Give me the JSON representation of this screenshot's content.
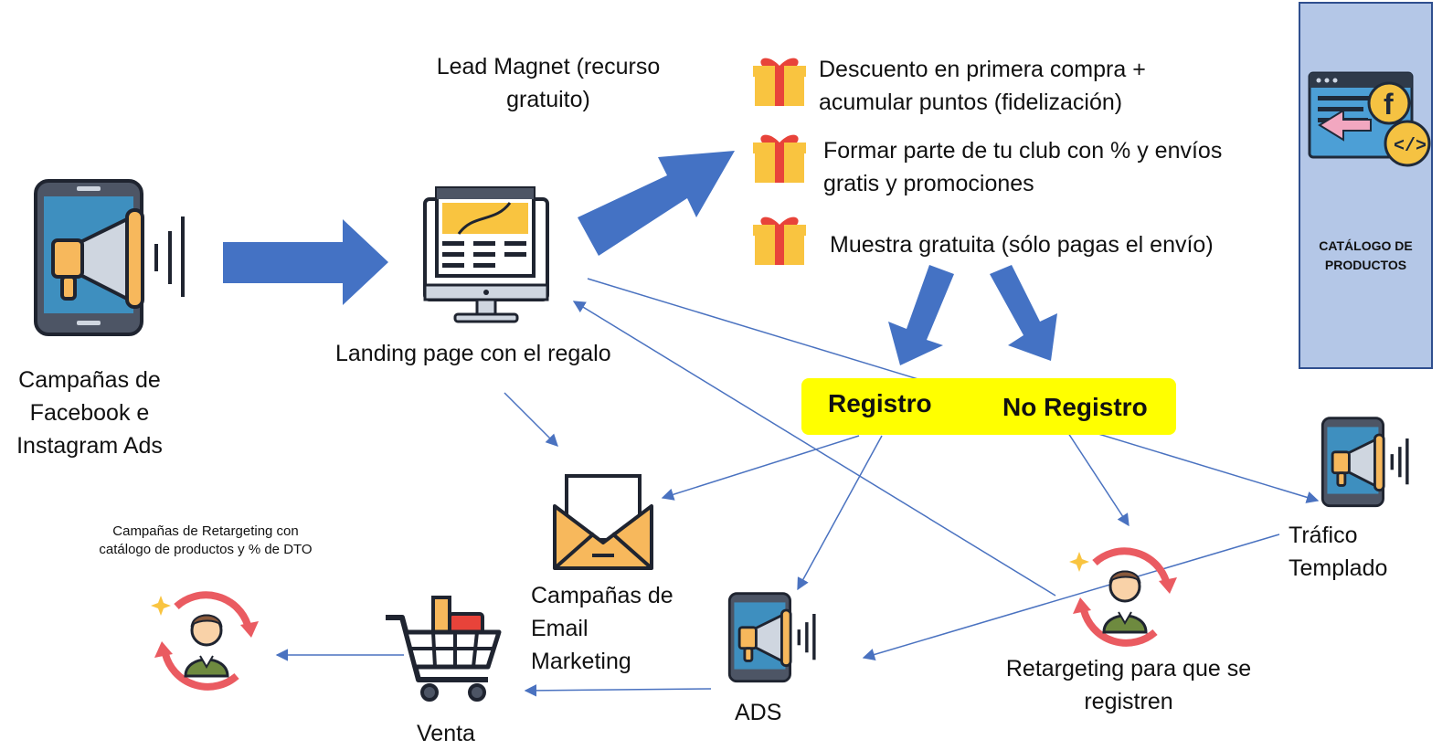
{
  "sources": {
    "campaigns_label": [
      "Campañas de",
      "Facebook e",
      "Instagram Ads"
    ]
  },
  "landing": {
    "label": "Landing page con el regalo",
    "lead_magnet": [
      "Lead Magnet (recurso",
      "gratuito)"
    ]
  },
  "gifts": [
    {
      "lines": [
        "Descuento en primera compra +",
        "acumular puntos (fidelización)"
      ]
    },
    {
      "lines": [
        "Formar parte de tu club con % y envíos",
        "gratis y promociones"
      ]
    },
    {
      "lines": [
        "Muestra gratuita (sólo pagas el envío)"
      ]
    }
  ],
  "registration": {
    "registered": "Registro",
    "not_registered": "No Registro",
    "band_color": "#ffff00"
  },
  "catalog": {
    "label": [
      "CATÁLOGO DE",
      "PRODUCTOS"
    ],
    "box_color": "#b4c7e7"
  },
  "channels": {
    "email": [
      "Campañas de",
      "Email",
      "Marketing"
    ],
    "ads": "ADS",
    "sale": "Venta",
    "retargeting_register": [
      "Retargeting para que se",
      "registren"
    ],
    "retargeting_catalog": [
      "Campañas de Retargeting con",
      "catálogo de productos y % de DTO"
    ],
    "warm_traffic": [
      "Tráfico",
      "Templado"
    ]
  },
  "colors": {
    "arrow_blue": "#4472c4",
    "line_blue": "#4a72c0",
    "phone_dark": "#4d5565",
    "screen_blue": "#3e8fbf",
    "megaphone_orange": "#f7b85c",
    "gift_red": "#e8433a",
    "gift_yellow": "#f9c440",
    "cycle_red": "#ea5b61"
  }
}
